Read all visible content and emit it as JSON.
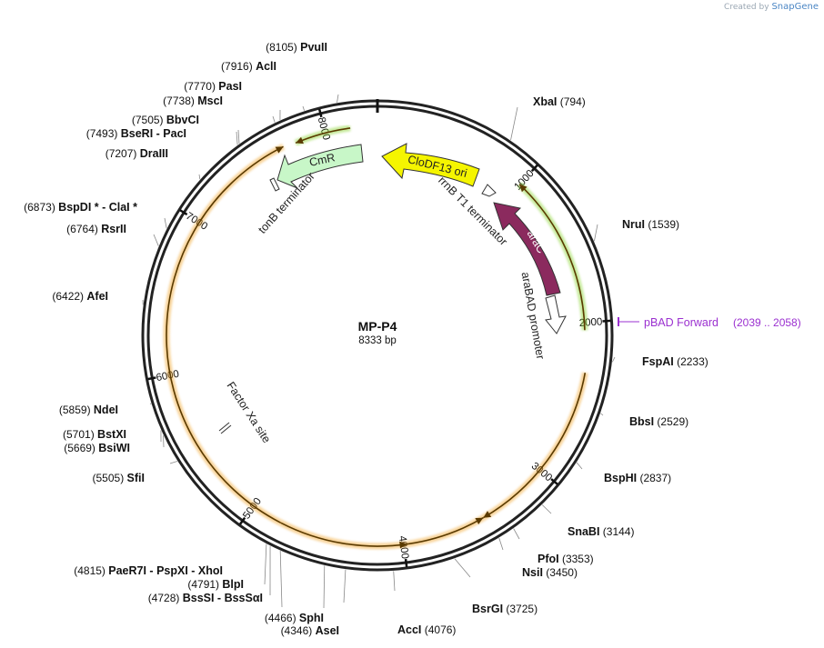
{
  "watermark": {
    "prefix": "Created by",
    "brand": "SnapGene"
  },
  "plasmid": {
    "name": "MP-P4",
    "length_label": "8333 bp",
    "length": 8333
  },
  "ticks": [
    "1000",
    "2000",
    "3000",
    "4000",
    "5000",
    "6000",
    "7000",
    "8000"
  ],
  "features": [
    {
      "id": "clodf13-ori",
      "label": "CloDF13 ori",
      "color": "#f5f500"
    },
    {
      "id": "arac",
      "label": "araC",
      "color": "#8b2a5e"
    },
    {
      "id": "cmr",
      "label": "CmR",
      "color": "#c8f7c8"
    },
    {
      "id": "rrnb-t1",
      "label": "rrnB T1 terminator",
      "color": "#ffffff"
    },
    {
      "id": "arabad-promoter",
      "label": "araBAD promoter",
      "color": "#ffffff"
    },
    {
      "id": "tonb-terminator",
      "label": "tonB terminator",
      "color": "#ffffff"
    },
    {
      "id": "factor-xa",
      "label": "Factor Xa site",
      "color": "#ffffff"
    }
  ],
  "primer": {
    "name": "pBAD Forward",
    "range": "(2039 .. 2058)",
    "color": "#9b30d0"
  },
  "sites": [
    {
      "name": "XbaI",
      "pos": "(794)"
    },
    {
      "name": "NruI",
      "pos": "(1539)"
    },
    {
      "name": "FspAI",
      "pos": "(2233)"
    },
    {
      "name": "BbsI",
      "pos": "(2529)"
    },
    {
      "name": "BspHI",
      "pos": "(2837)"
    },
    {
      "name": "SnaBI",
      "pos": "(3144)"
    },
    {
      "name": "PfoI",
      "pos": "(3353)"
    },
    {
      "name": "NsiI",
      "pos": "(3450)"
    },
    {
      "name": "BsrGI",
      "pos": "(3725)"
    },
    {
      "name": "AccI",
      "pos": "(4076)"
    },
    {
      "name": "AseI",
      "pos": "(4346)"
    },
    {
      "name": "SphI",
      "pos": "(4466)"
    },
    {
      "name": "BssSI  -  BssSαI",
      "pos": "(4728)"
    },
    {
      "name": "BlpI",
      "pos": "(4791)"
    },
    {
      "name": "PaeR7I  -  PspXI  -  XhoI",
      "pos": "(4815)"
    },
    {
      "name": "SfiI",
      "pos": "(5505)"
    },
    {
      "name": "BsiWI",
      "pos": "(5669)"
    },
    {
      "name": "BstXI",
      "pos": "(5701)"
    },
    {
      "name": "NdeI",
      "pos": "(5859)"
    },
    {
      "name": "AfeI",
      "pos": "(6422)"
    },
    {
      "name": "RsrII",
      "pos": "(6764)"
    },
    {
      "name": "BspDI *  -  ClaI *",
      "pos": "(6873)"
    },
    {
      "name": "DraIII",
      "pos": "(7207)"
    },
    {
      "name": "BseRI  -  PacI",
      "pos": "(7493)"
    },
    {
      "name": "BbvCI",
      "pos": "(7505)"
    },
    {
      "name": "MscI",
      "pos": "(7738)"
    },
    {
      "name": "PasI",
      "pos": "(7770)"
    },
    {
      "name": "AclI",
      "pos": "(7916)"
    },
    {
      "name": "PvuII",
      "pos": "(8105)"
    }
  ]
}
